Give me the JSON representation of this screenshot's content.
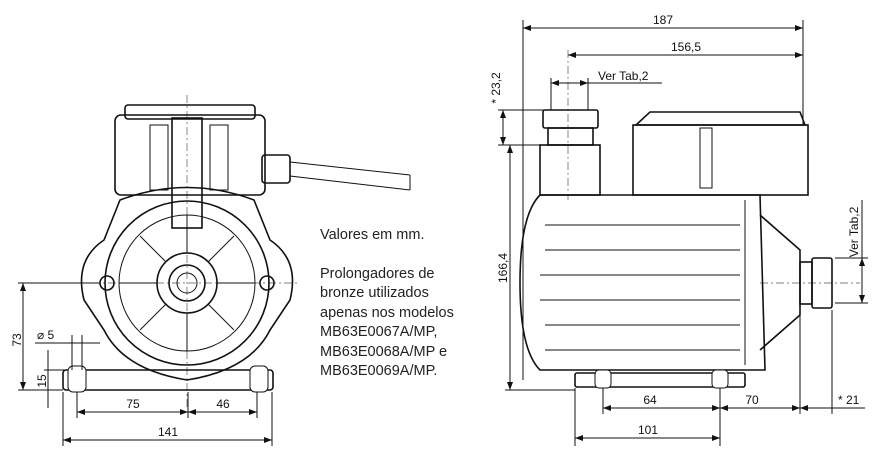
{
  "notes": {
    "units": "Valores em mm.",
    "lines": [
      "Prolongadores de",
      "bronze utilizados",
      "apenas nos modelos",
      "MB63E0067A/MP,",
      "MB63E0068A/MP e",
      "MB63E0069A/MP."
    ]
  },
  "front_view": {
    "dim_height_shaft": "73",
    "dim_hole_diameter": "⌀ 5",
    "dim_base_height": "15",
    "dim_left_hole": "75",
    "dim_right_hole": "46",
    "dim_total_width": "141"
  },
  "side_view": {
    "dim_total_length": "187",
    "dim_outlet_to_end": "156,5",
    "dim_outlet_thread": "Ver Tab,2",
    "dim_outlet_extension": "* 23,2",
    "dim_height": "166,4",
    "dim_inlet_thread": "Ver Tab,2",
    "dim_hole_spacing": "64",
    "dim_hole_to_inlet": "70",
    "dim_inlet_extension": "* 21",
    "dim_base_length": "101"
  }
}
